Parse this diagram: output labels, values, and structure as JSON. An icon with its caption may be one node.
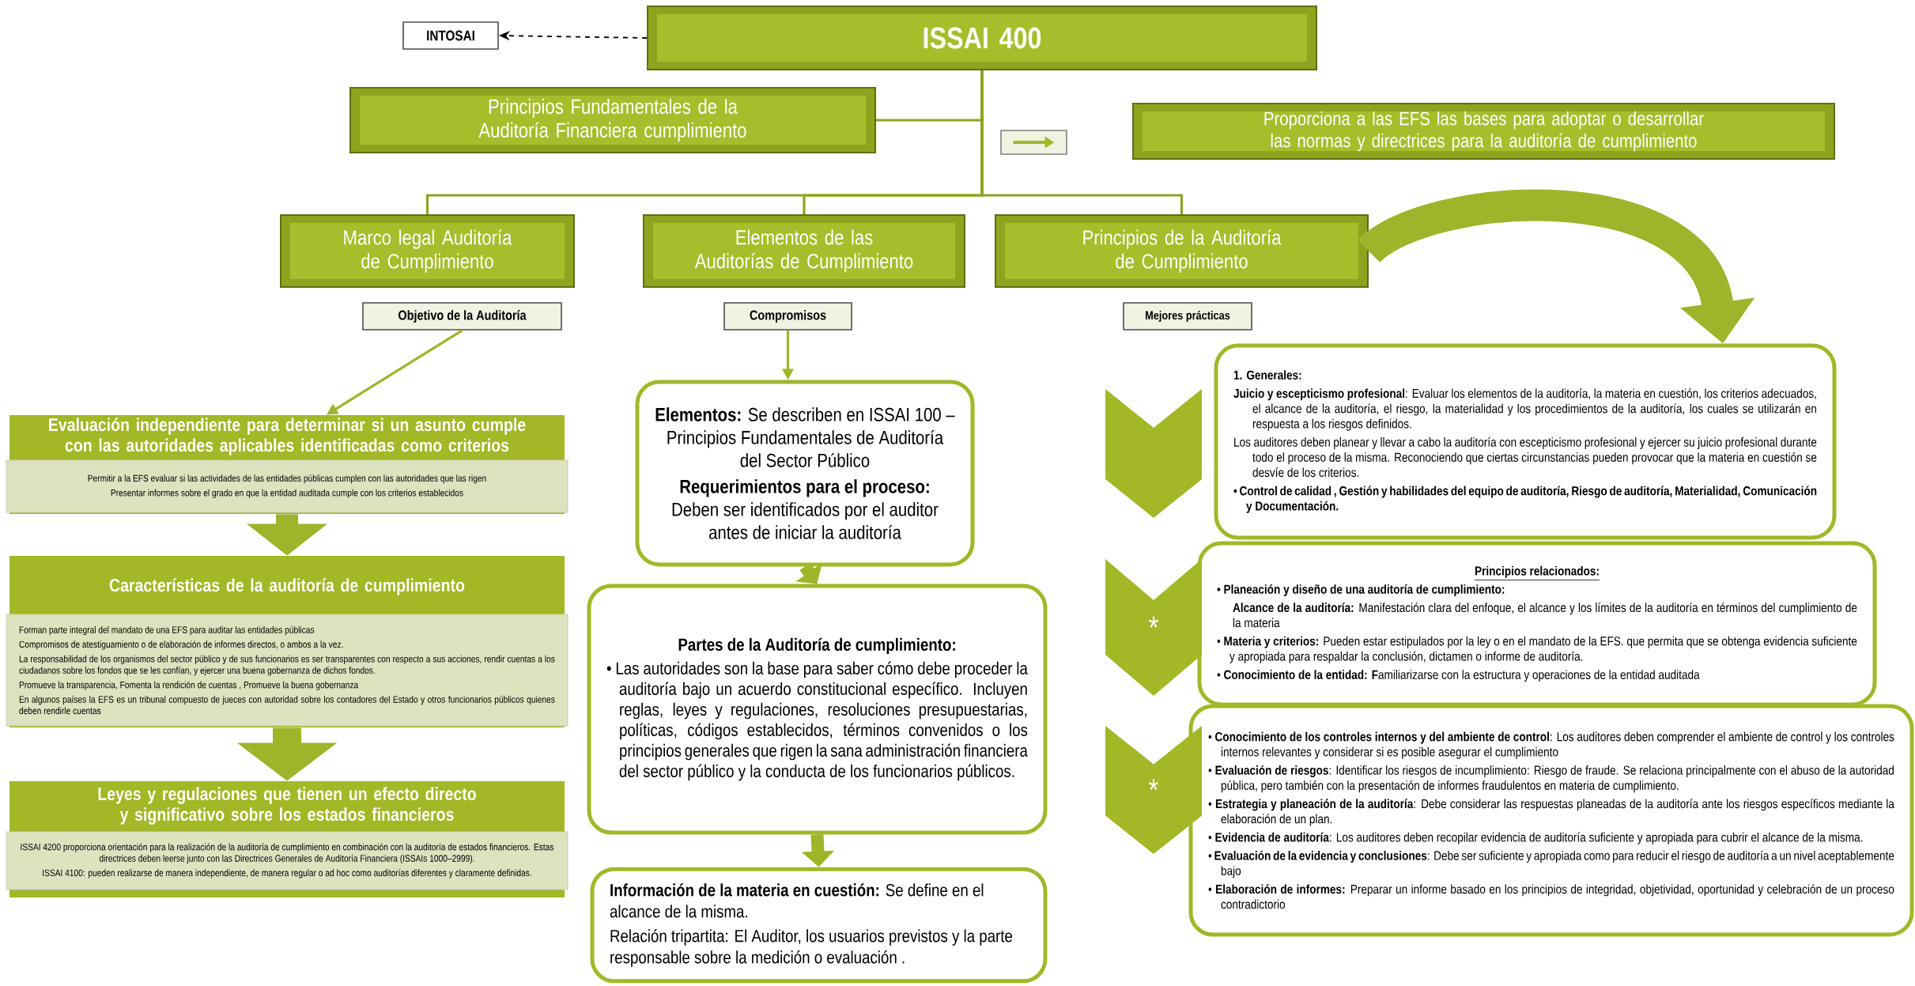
{
  "diagram": {
    "nodes": [
      {
        "text": [
          "ISSAI 400"
        ]
      },
      {
        "text": [
          "INTOSAI"
        ]
      },
      {
        "text": [
          "Principios Fundamentales de la Auditoría Financiera cumplimiento"
        ]
      },
      {
        "text": [],
        "shape": "box"
      },
      {
        "text": [
          "Proporciona a las EFS las bases para adoptar o desarrollar las normas y directrices para la auditoría de cumplimiento"
        ]
      },
      {
        "text": [
          "Marco legal Auditoría de Cumplimiento"
        ]
      },
      {
        "text": [
          "Elementos de las Auditorías de Cumplimiento"
        ]
      },
      {
        "text": [
          "Principios de la Auditoría de Cumplimiento"
        ]
      },
      {
        "text": [
          "Objetivo de la Auditoría"
        ]
      },
      {
        "text": [
          "Compromisos"
        ]
      },
      {
        "text": [
          "Mejores prácticas"
        ]
      },
      {
        "text": [
          "Evaluación independiente para determinar si un asunto cumple con las autoridades aplicables identificadas como criterios",
          "Permitir a la EFS evaluar si las actividades de las entidades públicas cumplen con las autoridades que las rigen",
          "Presentar informes sobre el grado en que la entidad auditada cumple con los criterios establecidos"
        ]
      },
      {
        "text": [
          "Características de la auditoría de cumplimiento",
          "Forman parte integral del mandato de una EFS para auditar las entidades públicas",
          "Compromisos de atestiguamiento o de elaboración de informes directos, o ambos a la vez.",
          "La responsabilidad de los organismos del sector público y de sus funcionarios es ser transparentes con respecto a sus acciones, rendir cuentas a los ciudadanos sobre los fondos que se les confían, y ejercer una buena gobernanza de dichos fondos.",
          "Promueve la transparencia, Fomenta la rendición de cuentas , Promueve la buena gobernanza",
          "En algunos países la EFS es un tribunal compuesto de jueces con autoridad sobre los contadores del Estado y otros funcionarios públicos quienes deben rendirle cuentas"
        ]
      },
      {
        "text": [
          "Leyes y regulaciones que tienen un efecto directo y significativo sobre los estados financieros",
          "ISSAI 4200 proporciona orientación para la realización de la auditoría de cumplimiento en combinación con la auditoría de estados financieros. Estas directrices deben leerse junto con las Directrices Generales de Auditoría Financiera (ISSAIs 1000–2999).",
          "ISSAI 4100: pueden realizarse de manera independiente, de manera regular o ad hoc como auditorías diferentes y claramente definidas."
        ]
      },
      {
        "text": [
          "**Elementos:** Se describen en ISSAI 100 – Principios Fundamentales de Auditoría del Sector Público",
          "**Requerimientos para el proceso:** Deben ser identificados por el auditor antes de iniciar la auditoría"
        ]
      },
      {
        "text": [
          "Partes de la Auditoría de cumplimiento:",
          "• Las autoridades son la base para saber cómo debe proceder la auditoría bajo un acuerdo constitucional específico. Incluyen reglas, leyes y regulaciones, resoluciones presupuestarias, políticas, códigos establecidos, términos convenidos o los principios generales que rigen la sana administración financiera del sector público y la conducta de los funcionarios públicos."
        ]
      },
      {
        "text": [
          "**Información de la materia en cuestión:** Se define en el alcance de la misma.",
          "Relación tripartita: El Auditor, los usuarios previstos y la parte responsable sobre la medición o evaluación ."
        ]
      },
      {
        "text": [
          "1. Generales:",
          "**Juicio y escepticismo profesional**: Evaluar los elementos de la auditoría, la materia en cuestión, los criterios adecuados, el alcance de la auditoría, el riesgo, la materialidad y los procedimientos de la auditoría, los cuales se utilizarán en respuesta a los riesgos definidos.",
          "Los auditores deben planear y llevar a cabo la auditoría con escepticismo profesional y ejercer su juicio profesional durante todo el proceso de la misma. Reconociendo que ciertas circunstancias pueden provocar que la materia en cuestión se desvíe de los criterios.",
          "• Control de calidad , Gestión y habilidades del equipo de auditoría, Riesgo de auditoría, Materialidad, Comunicación y Documentación."
        ]
      },
      {
        "text": [
          "Principios relacionados:",
          "• Planeación y diseño de una auditoría de cumplimiento:",
          "**Alcance de la auditoría:** Manifestación clara del enfoque, el alcance y los límites de la auditoría en términos del cumplimiento de la materia",
          "• **Materia y criterios:** Pueden estar estipulados por la ley o en el mandato de la EFS. que permita que se obtenga evidencia suficiente y apropiada para respaldar la conclusión, dictamen o informe de auditoría.",
          "• **Conocimiento de la entidad: F**amiliarizarse con la estructura y operaciones de la entidad auditada"
        ]
      },
      {
        "text": [
          "• **Conocimiento de los controles internos y del ambiente de control**: Los auditores deben comprender el ambiente de control y los controles internos relevantes y considerar si es posible asegurar el cumplimiento",
          "• **Evaluación de riesgos**: Identificar los riesgos de incumplimiento: Riesgo de fraude. Se relaciona principalmente con el abuso de la autoridad pública, pero también con la presentación de informes fraudulentos en materia de cumplimiento.",
          "• **Estrategia y planeación de la auditoría**: Debe considerar las respuestas planeadas de la auditoría ante los riesgos específicos mediante la elaboración de un plan.",
          "• **Evidencia de auditoría**: Los auditores deben recopilar evidencia de auditoría suficiente y apropiada para cubrir el alcance de la misma.",
          "• **Evaluación de la evidencia y conclusiones**: Debe ser suficiente y apropiada como para reducir el riesgo de auditoría a un nivel aceptablemente bajo",
          "• **Elaboración de informes:** Preparar un informe basado en los principios de integridad, objetividad, oportunidad y celebración de un proceso contradictorio"
        ]
      },
      {
        "text": [],
        "shape": "chevron"
      },
      {
        "text": [
          "*"
        ]
      },
      {
        "text": [
          "*"
        ]
      }
    ],
    "edges": [
      {
        "from": 0,
        "to": 1,
        "arrow": "to",
        "style": "dashed",
        "color": "#000000"
      },
      {
        "from": 0,
        "to": 2,
        "arrow": "none"
      },
      {
        "from": 0,
        "to": 5,
        "arrow": "none"
      },
      {
        "from": 0,
        "to": 6,
        "arrow": "none"
      },
      {
        "from": 0,
        "to": 7,
        "arrow": "none"
      },
      {
        "from": 8,
        "to": 11,
        "arrow": "to"
      },
      {
        "from": 9,
        "to": 14,
        "arrow": "to"
      },
      {
        "from": 11,
        "to": 12,
        "arrow": "to",
        "style": "thick"
      },
      {
        "from": 12,
        "to": 13,
        "arrow": "to",
        "style": "thick"
      },
      {
        "from": 14,
        "to": 15,
        "arrow": "to",
        "style": "thick"
      },
      {
        "from": 15,
        "to": 16,
        "arrow": "to",
        "style": "thick"
      },
      {
        "from": 7,
        "to": 17,
        "arrow": "to",
        "style": "thick"
      }
    ]
  }
}
